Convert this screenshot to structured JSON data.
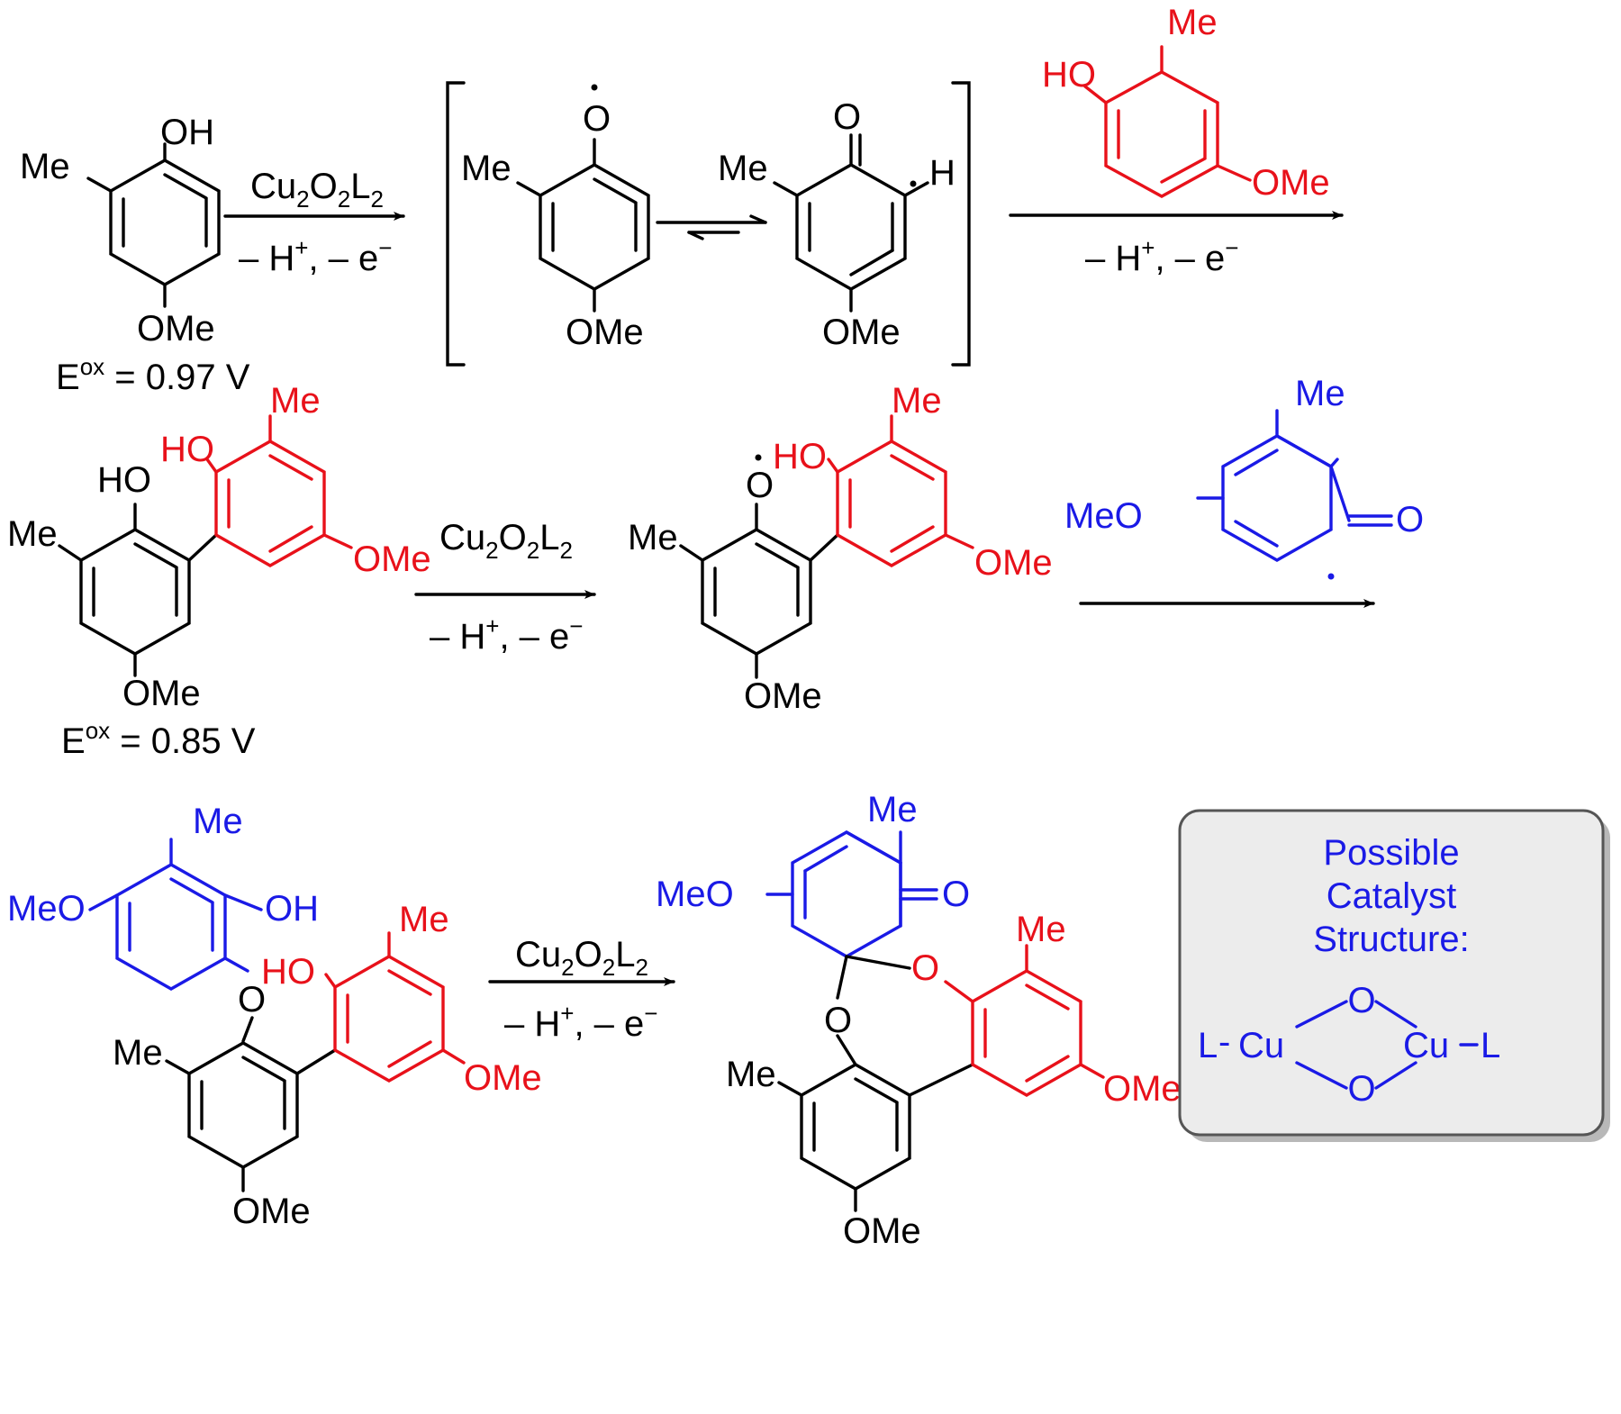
{
  "colors": {
    "black": "#000000",
    "red": "#e8111a",
    "blue": "#1a1ae6",
    "box_border": "#555555"
  },
  "labels": {
    "OH": "OH",
    "HO": "HO",
    "Me": "Me",
    "OMe": "OMe",
    "MeO": "MeO",
    "O": "O",
    "H": "H",
    "radical_dot": "•"
  },
  "reagents": {
    "cat_main": "Cu",
    "cat_sub1": "2",
    "cat_mid": "O",
    "cat_sub2": "2",
    "cat_end": "L",
    "cat_sub3": "2",
    "loss_a": "– H",
    "loss_plus": "+",
    "loss_b": ", – e",
    "loss_minus": "−"
  },
  "potentials": {
    "first": {
      "prefix": "E",
      "sup": "ox",
      "value": " = 0.97 V"
    },
    "second": {
      "prefix": "E",
      "sup": "ox",
      "value": " = 0.85 V"
    }
  },
  "catalyst_box": {
    "title_line1": "Possible",
    "title_line2": "Catalyst",
    "title_line3": "Structure:",
    "L": "L",
    "Cu": "Cu",
    "O": "O",
    "dash": "-"
  }
}
